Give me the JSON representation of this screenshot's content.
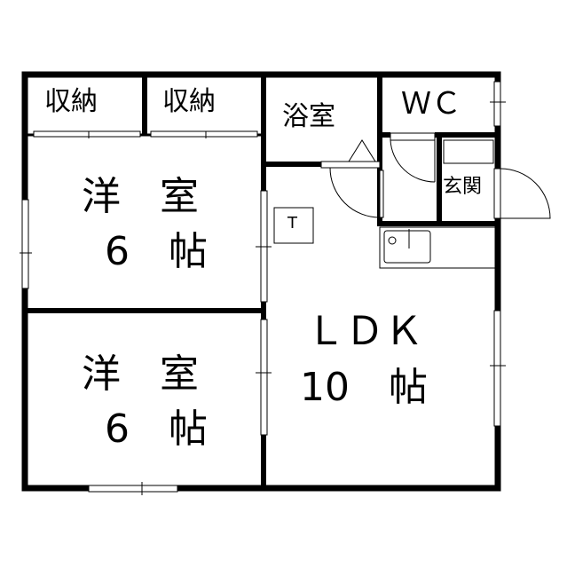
{
  "rooms": {
    "storage_1": "収納",
    "storage_2": "収納",
    "bath": "浴室",
    "wc": "ＷＣ",
    "entrance": "玄関",
    "western_1": {
      "name": "洋　室",
      "size": "6　帖"
    },
    "western_2": {
      "name": "洋　室",
      "size": "6　帖"
    },
    "ldk": {
      "name": "ＬＤＫ",
      "size": "10　帖"
    },
    "fridge_mark": "T"
  },
  "colors": {
    "wall": "#000000",
    "background": "#ffffff"
  }
}
